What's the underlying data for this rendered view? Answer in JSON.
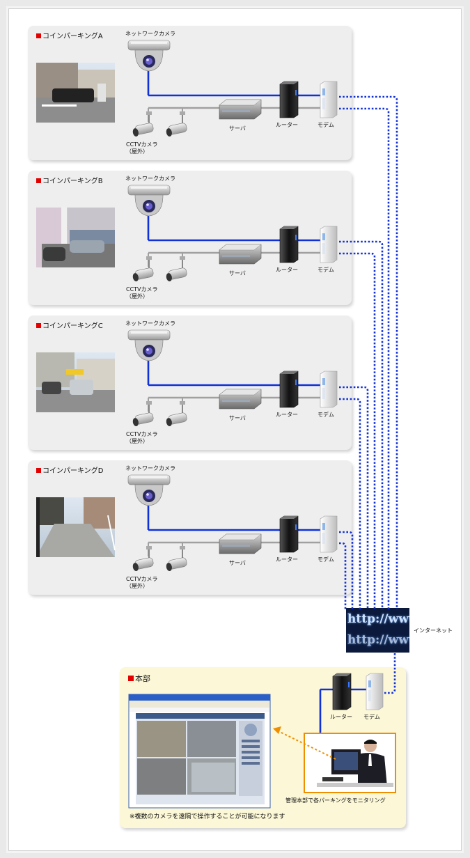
{
  "sites": [
    {
      "title": "コインパーキングA",
      "net_camera": "ネットワークカメラ",
      "cctv_line1": "CCTVカメラ",
      "cctv_line2": "（屋外）",
      "server": "サーバ",
      "router": "ルーター",
      "modem": "モデム"
    },
    {
      "title": "コインパーキングB",
      "net_camera": "ネットワークカメラ",
      "cctv_line1": "CCTVカメラ",
      "cctv_line2": "（屋外）",
      "server": "サーバ",
      "router": "ルーター",
      "modem": "モデム"
    },
    {
      "title": "コインパーキングC",
      "net_camera": "ネットワークカメラ",
      "cctv_line1": "CCTVカメラ",
      "cctv_line2": "（屋外）",
      "server": "サーバ",
      "router": "ルーター",
      "modem": "モデム"
    },
    {
      "title": "コインパーキングD",
      "net_camera": "ネットワークカメラ",
      "cctv_line1": "CCTVカメラ",
      "cctv_line2": "（屋外）",
      "server": "サーバ",
      "router": "ルーター",
      "modem": "モデム"
    }
  ],
  "internet": {
    "label": "インターネット",
    "banner_line1": "http://www",
    "banner_line2": "http://www"
  },
  "hq": {
    "title": "本部",
    "router": "ルーター",
    "modem": "モデム",
    "monitoring": "管理本部で各パーキングをモニタリング",
    "note": "※複数のカメラを遠隔で操作することが可能になります"
  },
  "colors": {
    "lan": "#1030d8",
    "cable": "#a0a0a0",
    "internet_link": "#1030d8",
    "marker": "#e30000",
    "hq_bg": "#fbf7d7",
    "arrow": "#ef8f00"
  }
}
